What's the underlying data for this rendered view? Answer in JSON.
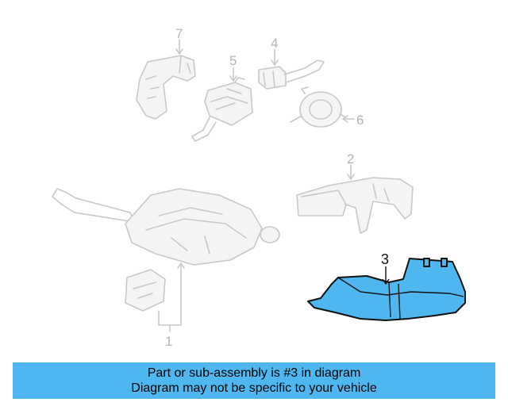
{
  "callouts": {
    "c1": "1",
    "c2": "2",
    "c3": "3",
    "c4": "4",
    "c5": "5",
    "c6": "6",
    "c7": "7"
  },
  "highlighted_part": "3",
  "colors": {
    "highlight": "#4fb7ef",
    "ghost": "#c8c8c8",
    "banner": "#4fb7ef"
  },
  "banner": {
    "line1": "Part or sub-assembly is #3 in diagram",
    "line2": "Diagram may not be specific to your vehicle"
  }
}
